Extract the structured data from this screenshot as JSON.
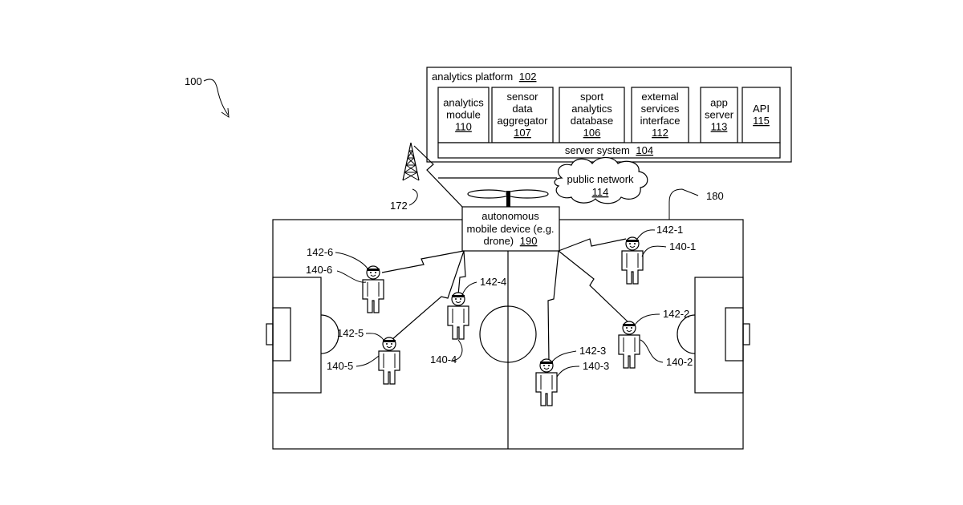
{
  "figure_ref": "100",
  "platform": {
    "label": "analytics platform",
    "ref": "102",
    "modules": [
      {
        "lines": [
          "analytics",
          "module"
        ],
        "ref": "110"
      },
      {
        "lines": [
          "sensor",
          "data",
          "aggregator"
        ],
        "ref": "107"
      },
      {
        "lines": [
          "sport",
          "analytics",
          "database"
        ],
        "ref": "106"
      },
      {
        "lines": [
          "external",
          "services",
          "interface"
        ],
        "ref": "112"
      },
      {
        "lines": [
          "app",
          "server"
        ],
        "ref": "113"
      },
      {
        "lines": [
          "API"
        ],
        "ref": "115"
      }
    ],
    "server": {
      "label": "server system",
      "ref": "104"
    }
  },
  "network": {
    "label": "public network",
    "ref": "114"
  },
  "tower_ref": "172",
  "field_ref": "180",
  "drone": {
    "lines": [
      "autonomous",
      "mobile device (e.g.",
      "drone)"
    ],
    "ref": "190"
  },
  "players": [
    {
      "sensor": "142-1",
      "player": "140-1"
    },
    {
      "sensor": "142-2",
      "player": "140-2"
    },
    {
      "sensor": "142-3",
      "player": "140-3"
    },
    {
      "sensor": "142-4",
      "player": "140-4"
    },
    {
      "sensor": "142-5",
      "player": "140-5"
    },
    {
      "sensor": "142-6",
      "player": "140-6"
    }
  ]
}
